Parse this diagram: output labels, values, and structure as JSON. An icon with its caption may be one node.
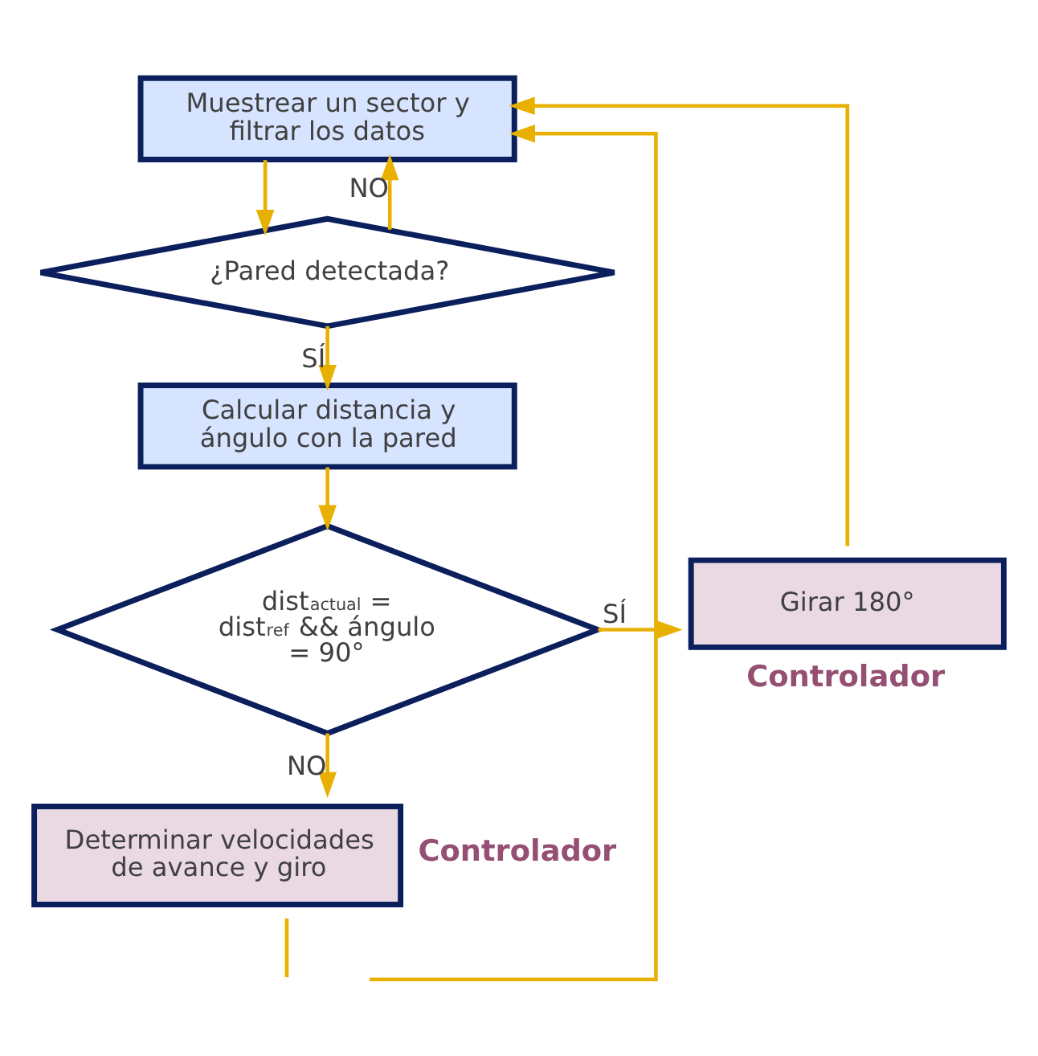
{
  "diagram": {
    "nodes": [
      {
        "text": [
          "Muestrear un sector y filtrar los datos"
        ]
      },
      {
        "text": [
          "¿Pared detectada?"
        ]
      },
      {
        "text": [
          "Calcular distancia y ángulo con la pared"
        ]
      },
      {
        "text": [
          "dist$_{actual}$ = dist$_{ref}$ && ángulo = 90°"
        ]
      },
      {
        "text": [
          "Girar 180°"
        ],
        "beside": [
          "Controlador"
        ]
      },
      {
        "text": [
          "Determinar velocidades de avance y giro"
        ],
        "beside": [
          "Controlador"
        ]
      }
    ],
    "edges": [
      {
        "from": 0,
        "to": 1,
        "arrow": "to"
      },
      {
        "from": 1,
        "to": 2,
        "arrow": "to",
        "label": "SÍ"
      },
      {
        "from": 2,
        "to": 3,
        "arrow": "to"
      },
      {
        "from": 3,
        "to": 4,
        "arrow": "to",
        "label": "SÍ"
      },
      {
        "from": 3,
        "to": 5,
        "arrow": "to",
        "label": "NO"
      },
      {
        "from": 4,
        "to": 0,
        "arrow": "to"
      },
      {
        "from": 1,
        "to": 0,
        "arrow": "to",
        "label": "NO"
      },
      {
        "from": 5,
        "to": null,
        "arrow": "none"
      },
      {
        "from": null,
        "to": 0,
        "arrow": "to"
      }
    ]
  }
}
